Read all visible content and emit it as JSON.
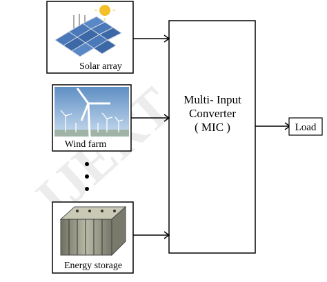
{
  "sources": [
    {
      "id": "solar",
      "label": "Solar array",
      "icon": "solar-panel-icon"
    },
    {
      "id": "wind",
      "label": "Wind farm",
      "icon": "wind-turbine-icon"
    },
    {
      "id": "storage",
      "label": "Energy storage",
      "icon": "battery-pack-icon"
    }
  ],
  "ellipsis": "• • •",
  "converter": {
    "line1": "Multi- Input",
    "line2": "Converter",
    "line3": "( MIC )"
  },
  "output": {
    "label": "Load"
  },
  "watermark": "IJERT",
  "colors": {
    "line": "#000000",
    "sky": "#8fb5dc",
    "panel": "#4a78b8",
    "sun": "#f4c02a",
    "storage": "#9a9a86"
  }
}
